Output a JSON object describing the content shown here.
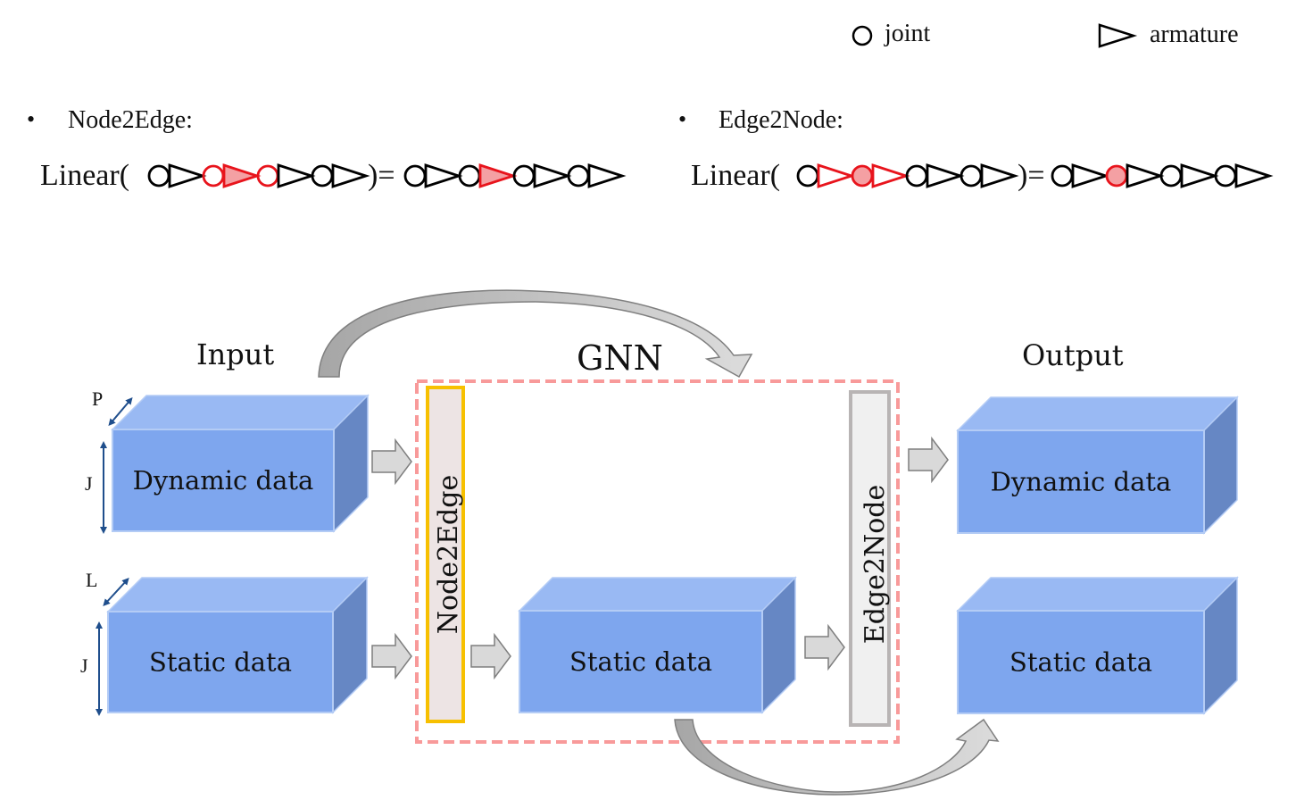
{
  "legend": {
    "joint_label": "joint",
    "armature_label": "armature"
  },
  "formulas": {
    "node2edge": {
      "bullet": "•",
      "title": "Node2Edge:",
      "func": "Linear(",
      "close": ")=",
      "input_highlight": "joint-armature-joint (2nd joint, 2nd armature, 3rd joint) highlighted red",
      "output_highlight": "2nd armature filled red"
    },
    "edge2node": {
      "bullet": "•",
      "title": "Edge2Node:",
      "func": "Linear(",
      "close": ")=",
      "input_highlight": "armature-joint-armature (1st armature, 2nd joint, 2nd armature) highlighted red",
      "output_highlight": "2nd joint filled red"
    }
  },
  "sections": {
    "input": "Input",
    "gnn": "GNN",
    "output": "Output"
  },
  "blocks": {
    "input_dynamic": "Dynamic data",
    "input_static": "Static data",
    "gnn_static": "Static data",
    "output_dynamic": "Dynamic data",
    "output_static": "Static data",
    "node2edge": "Node2Edge",
    "edge2node": "Edge2Node"
  },
  "dims": {
    "dynamic_depth": "P",
    "dynamic_height": "J",
    "static_depth": "L",
    "static_height": "J"
  },
  "colors": {
    "highlight_red": "#e8141c",
    "highlight_fill": "#f4a0a3",
    "box_front": "#7ea6ee",
    "box_top": "#99b9f3",
    "box_side": "#6687c4",
    "node2edge_border": "#f7c000",
    "edge2node_border": "#b8b4b4",
    "gnn_dashed": "#f89a9a",
    "arrow_fill": "#d9d9d9",
    "arrow_stroke": "#7f7f7f",
    "dim_arrow": "#1f4e8c"
  }
}
